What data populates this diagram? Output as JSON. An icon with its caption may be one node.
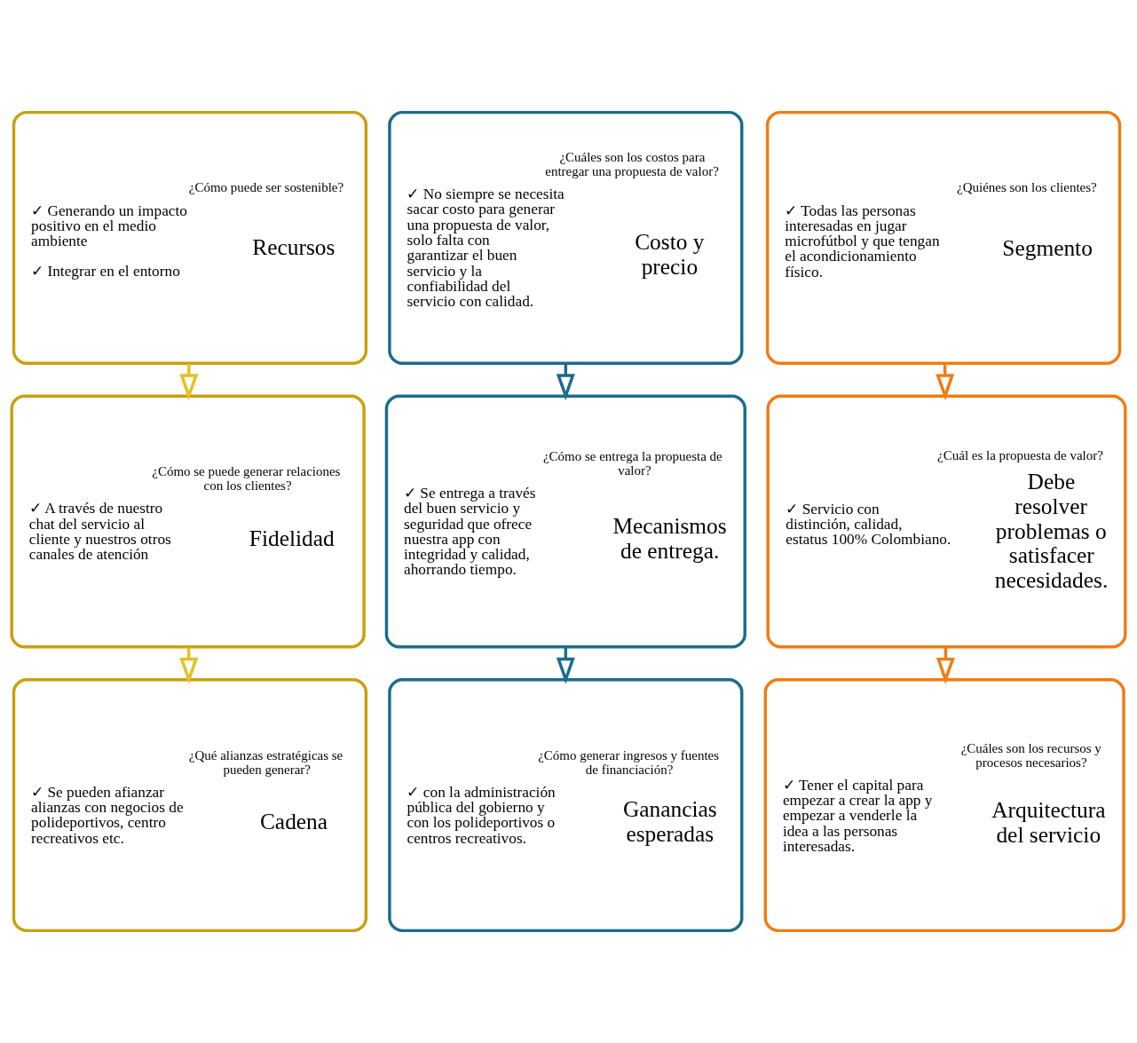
{
  "diagram": {
    "nodes": [
      {
        "text": [
          "¿Cómo puede ser sostenible?",
          "✓ Generando un impacto positivo en el medio ambiente",
          "✓ Integrar en el entorno",
          "Recursos"
        ]
      },
      {
        "text": [
          "¿Cuáles son los costos para entregar una propuesta de valor?",
          "✓ No siempre se necesita sacar costo para generar una propuesta de valor, solo falta con garantizar el buen servicio y la confiabilidad del servicio con calidad.",
          "Costo y precio"
        ]
      },
      {
        "text": [
          "¿Quiénes son los clientes?",
          "✓ Todas las personas interesadas en jugar microfútbol y que tengan el acondicionamiento físico.",
          "Segmento"
        ]
      },
      {
        "text": [
          "¿Cómo se puede generar relaciones con los clientes?",
          "✓ A través de nuestro chat del servicio al cliente y nuestros otros canales de atención",
          "Fidelidad"
        ]
      },
      {
        "text": [
          "¿Cómo se entrega la propuesta de valor?",
          "✓ Se entrega a través del buen servicio y seguridad que ofrece nuestra app con integridad y calidad, ahorrando tiempo.",
          "Mecanismos de entrega."
        ]
      },
      {
        "text": [
          "¿Cuál es la propuesta de valor?",
          "✓ Servicio con distinción, calidad, estatus 100% Colombiano.",
          "Debe resolver problemas o satisfacer necesidades."
        ]
      },
      {
        "text": [
          "¿Qué alianzas estratégicas se pueden generar?",
          "✓ Se pueden afianzar alianzas con negocios de polideportivos, centro recreativos etc.",
          "Cadena"
        ]
      },
      {
        "text": [
          "¿Cómo generar ingresos y fuentes de financiación?",
          "✓ con la administración pública del gobierno y con los polideportivos o centros recreativos.",
          "Ganancias esperadas"
        ]
      },
      {
        "text": [
          "¿Cuáles son los recursos y procesos necesarios?",
          "✓ Tener el capital para empezar a crear la app y empezar a venderle la idea a las personas interesadas.",
          "Arquitectura del servicio"
        ]
      }
    ],
    "edges": [
      {
        "from": 0,
        "to": 3,
        "arrow": "to",
        "color": "#e6c021"
      },
      {
        "from": 3,
        "to": 6,
        "arrow": "to",
        "color": "#e6c021"
      },
      {
        "from": 1,
        "to": 4,
        "arrow": "to",
        "color": "#1c6c8c"
      },
      {
        "from": 4,
        "to": 7,
        "arrow": "to",
        "color": "#1c6c8c"
      },
      {
        "from": 2,
        "to": 5,
        "arrow": "to",
        "color": "#f07c12"
      },
      {
        "from": 5,
        "to": 8,
        "arrow": "to",
        "color": "#f07c12"
      }
    ]
  }
}
